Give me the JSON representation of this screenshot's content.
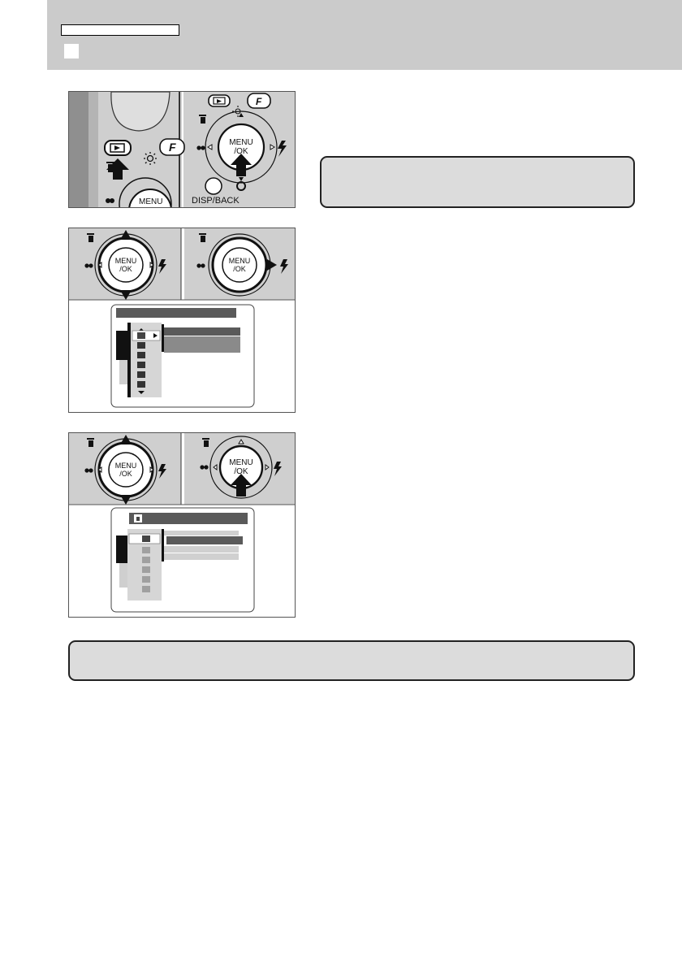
{
  "colors": {
    "header_band": "#cbcbcb",
    "camera_body": "#cfcfcf",
    "note_fill": "#dcdcdc",
    "menu_bar": "#5a5a5a"
  },
  "camera_labels": {
    "menu_ok_line1": "MENU",
    "menu_ok_line2": "/OK",
    "disp_back": "DISP/BACK"
  },
  "icons": [
    "playback-icon",
    "fn-icon",
    "brightness-icon",
    "trash-icon",
    "macro-icon",
    "flash-icon",
    "self-timer-icon",
    "finger-press-icon",
    "scroll-arrow-icon"
  ]
}
